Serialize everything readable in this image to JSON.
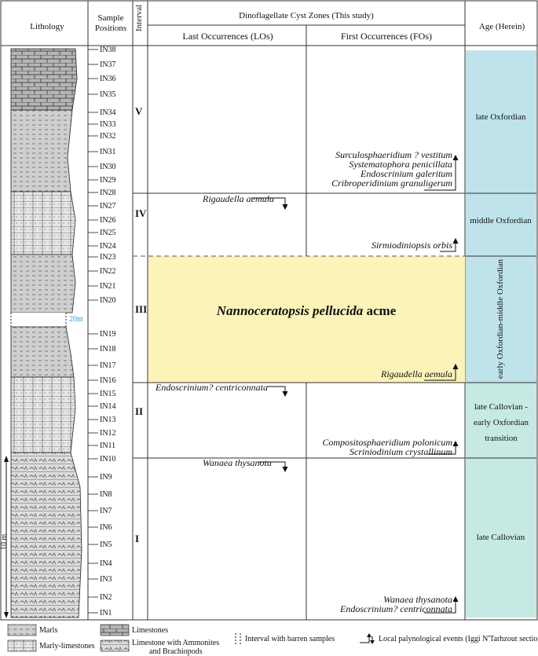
{
  "header": {
    "lithology": "Lithology",
    "sample_positions": "Sample\nPositions",
    "interval": "Interval",
    "zones_title": "Dinoflagellate Cyst Zones (This study)",
    "last_occurrences": "Last Occurrences (LOs)",
    "first_occurrences": "First Occurrences (FOs)",
    "age": "Age (Herein)"
  },
  "samples": [
    "IN38",
    "IN37",
    "IN36",
    "IN35",
    "IN34",
    "IN33",
    "IN32",
    "IN31",
    "IN30",
    "IN29",
    "IN28",
    "IN27",
    "IN26",
    "IN25",
    "IN24",
    "IN23",
    "IN22",
    "IN21",
    "IN20",
    "IN19",
    "IN18",
    "IN17",
    "IN16",
    "IN15",
    "IN14",
    "IN13",
    "IN12",
    "IN11",
    "IN10",
    "IN9",
    "IN8",
    "IN7",
    "IN6",
    "IN5",
    "IN4",
    "IN3",
    "IN2",
    "IN1"
  ],
  "intervals": [
    "V",
    "IV",
    "III",
    "II",
    "I"
  ],
  "zone_label": {
    "taxon": "Nannoceratopsis pellucida",
    "suffix": " acme"
  },
  "los": {
    "iv": "Rigaudella aemula",
    "ii": "Endoscrinium? centriconnata",
    "i": "Wanaea thysanota"
  },
  "fos": {
    "v": [
      "Surculosphaeridium ? vestitum",
      "Systematophora penicillata",
      "Endoscrinium galeritum",
      "Cribroperidinium granuligerum"
    ],
    "iv": "Sirmiodiniopsis orbis",
    "iii": "Rigaudella aemula",
    "ii": [
      "Compositosphaeridium polonicum",
      "Scriniodinium crystallinum"
    ],
    "i": [
      "Wanaea thysanota",
      "Endoscrinium? centriconnata"
    ]
  },
  "ages": {
    "v": "late Oxfordian",
    "iv": "middle Oxfordian",
    "iii": "early Oxfordian-middle Oxfordian",
    "ii": "late Callovian - early Oxfordian transition",
    "i": "late Callovian"
  },
  "gap_label": "20m",
  "scale_label": "10 m",
  "legend": {
    "marls": "Marls",
    "marly_limestones": "Marly-limestones",
    "limestones": "Limestones",
    "limestone_ammonites": "Limestone with Ammonites",
    "limestone_ammonites_2": "and Brachiopods",
    "barren": "Interval with barren samples",
    "local_events": "Local palynological events (Iggi N'Tarhzout section)"
  },
  "colors": {
    "age_blue": "#bfe3ea",
    "age_teal": "#c6e9e4",
    "zone_yellow": "#fbf3b8",
    "marl_grey": "#c9c9c9",
    "gap_blue": "#2a9fd6"
  }
}
